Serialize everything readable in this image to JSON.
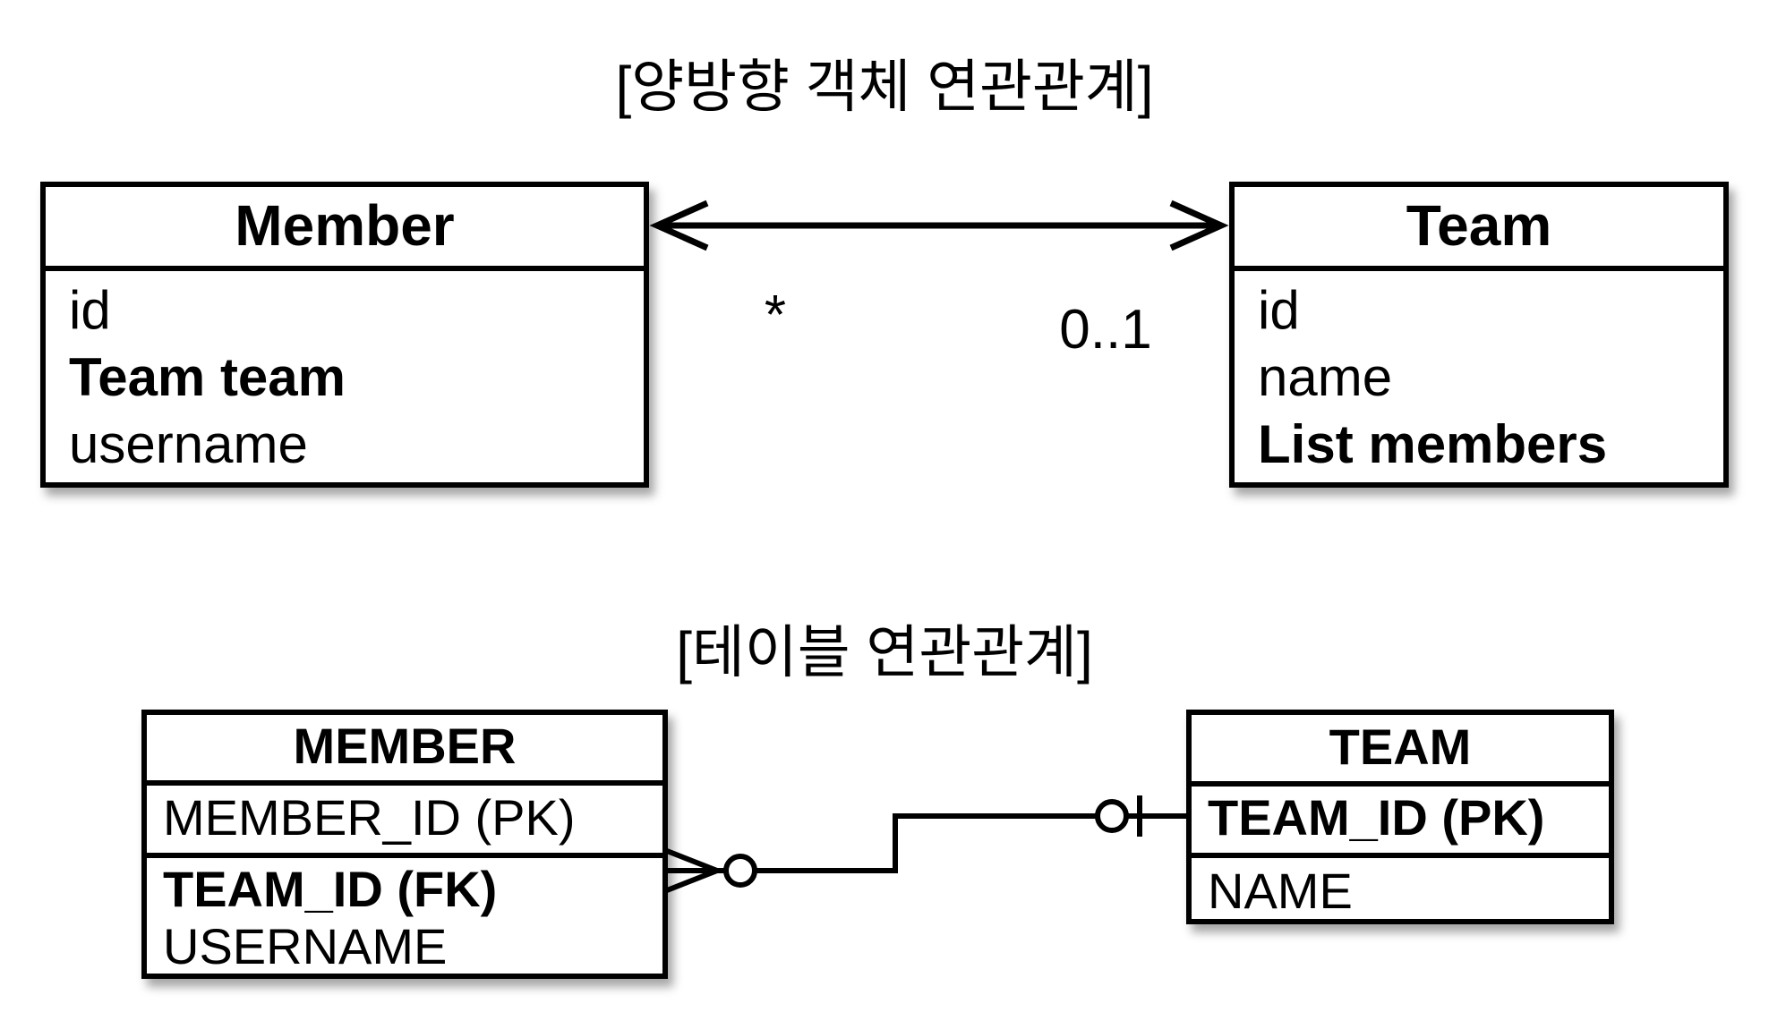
{
  "page": {
    "background_color": "#ffffff",
    "line_color": "#000000",
    "text_color": "#000000"
  },
  "object_diagram": {
    "title": "[양방향 객체 연관관계]",
    "member_class": {
      "title": "Member",
      "fields": [
        {
          "label": "id",
          "bold": false
        },
        {
          "label": "Team team",
          "bold": true
        },
        {
          "label": "username",
          "bold": false
        }
      ]
    },
    "team_class": {
      "title": "Team",
      "fields": [
        {
          "label": "id",
          "bold": false
        },
        {
          "label": "name",
          "bold": false
        },
        {
          "label": "List members",
          "bold": true
        }
      ]
    },
    "association": {
      "style": "bidirectional-double-arrow",
      "member_multiplicity": "*",
      "team_multiplicity": "0..1"
    }
  },
  "table_diagram": {
    "title": "[테이블 연관관계]",
    "member_table": {
      "title": "MEMBER",
      "pk_row": {
        "label": "MEMBER_ID (PK)",
        "bold": false
      },
      "rows": [
        {
          "label": "TEAM_ID (FK)",
          "bold": true
        },
        {
          "label": "USERNAME",
          "bold": false
        }
      ]
    },
    "team_table": {
      "title": "TEAM",
      "pk_row": {
        "label": "TEAM_ID (PK)",
        "bold": true
      },
      "rows": [
        {
          "label": "NAME",
          "bold": false
        }
      ]
    },
    "relationship": {
      "member_end_notation": "zero-or-many (crow's foot + circle)",
      "team_end_notation": "zero-or-one (circle + tick)"
    }
  }
}
